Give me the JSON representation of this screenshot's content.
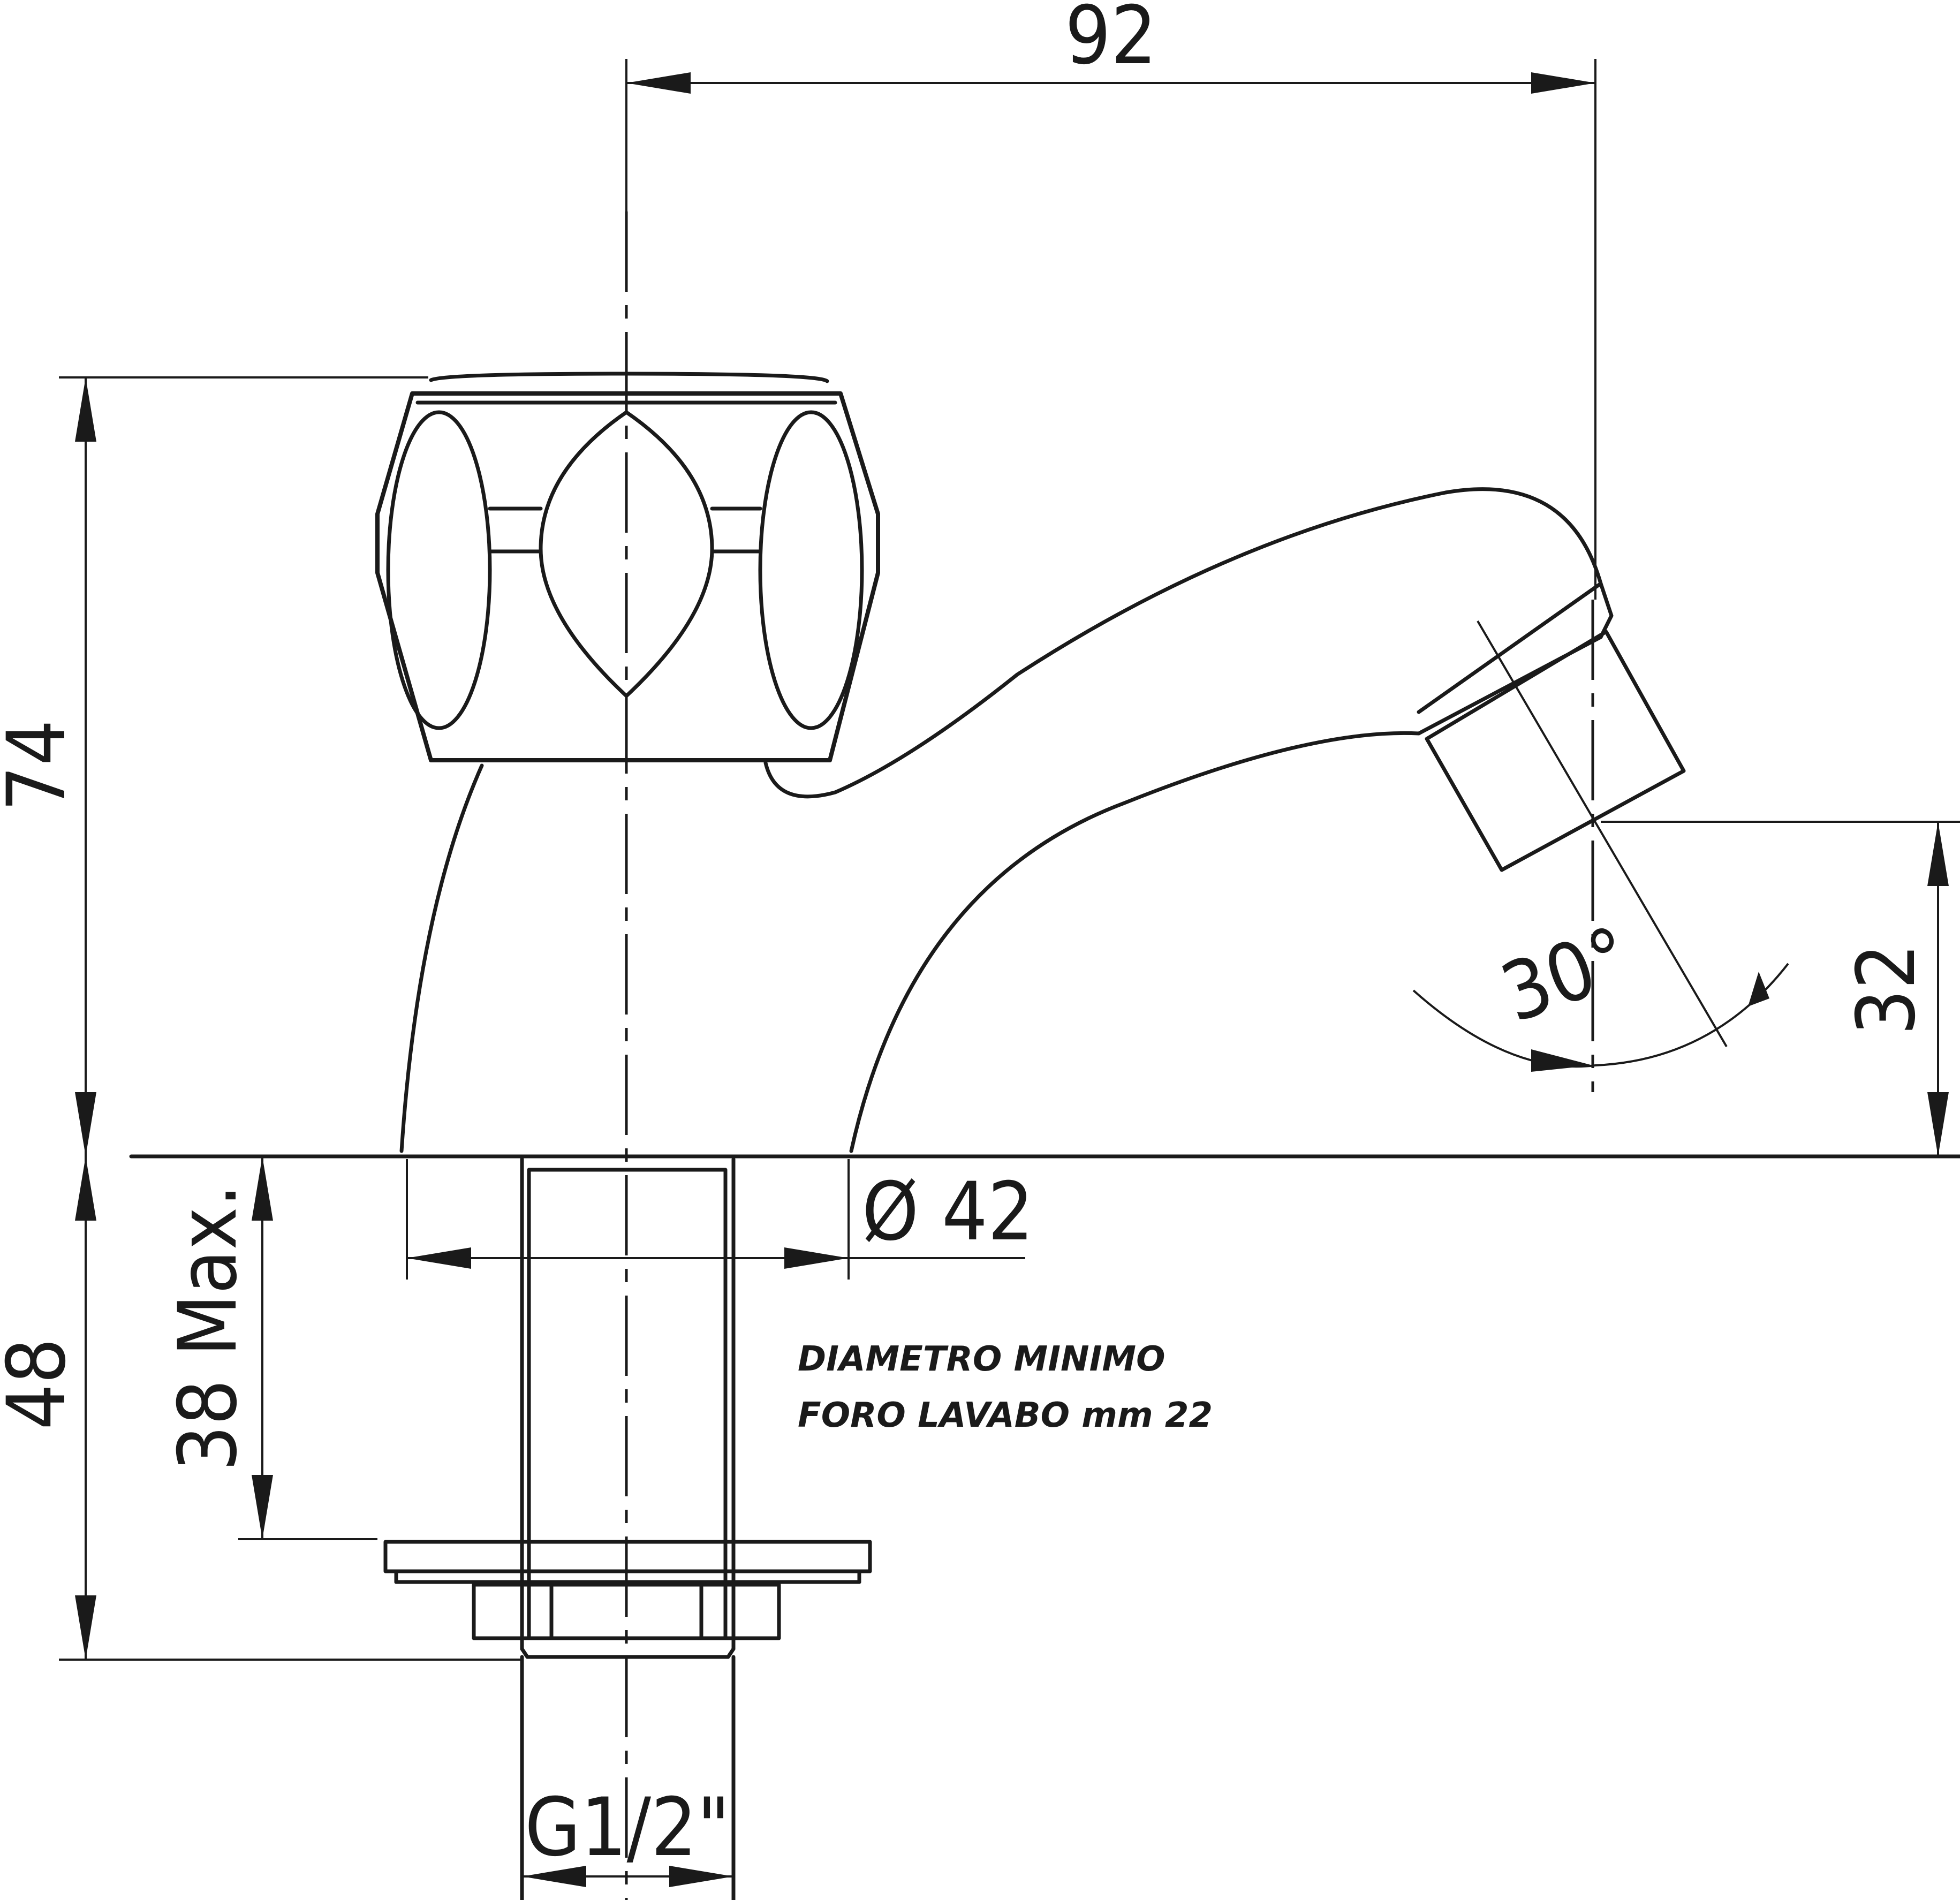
{
  "dimensions": {
    "overall_reach": "92",
    "overall_height": "74",
    "spout_height": "32",
    "spout_angle": "30°",
    "base_diameter": "Ø 42",
    "shank_length": "48",
    "max_mounting_thickness": "38 Max.",
    "thread": "G1/2\""
  },
  "notes": {
    "line1": "DIAMETRO MINIMO",
    "line2": "FORO LAVABO mm 22"
  }
}
